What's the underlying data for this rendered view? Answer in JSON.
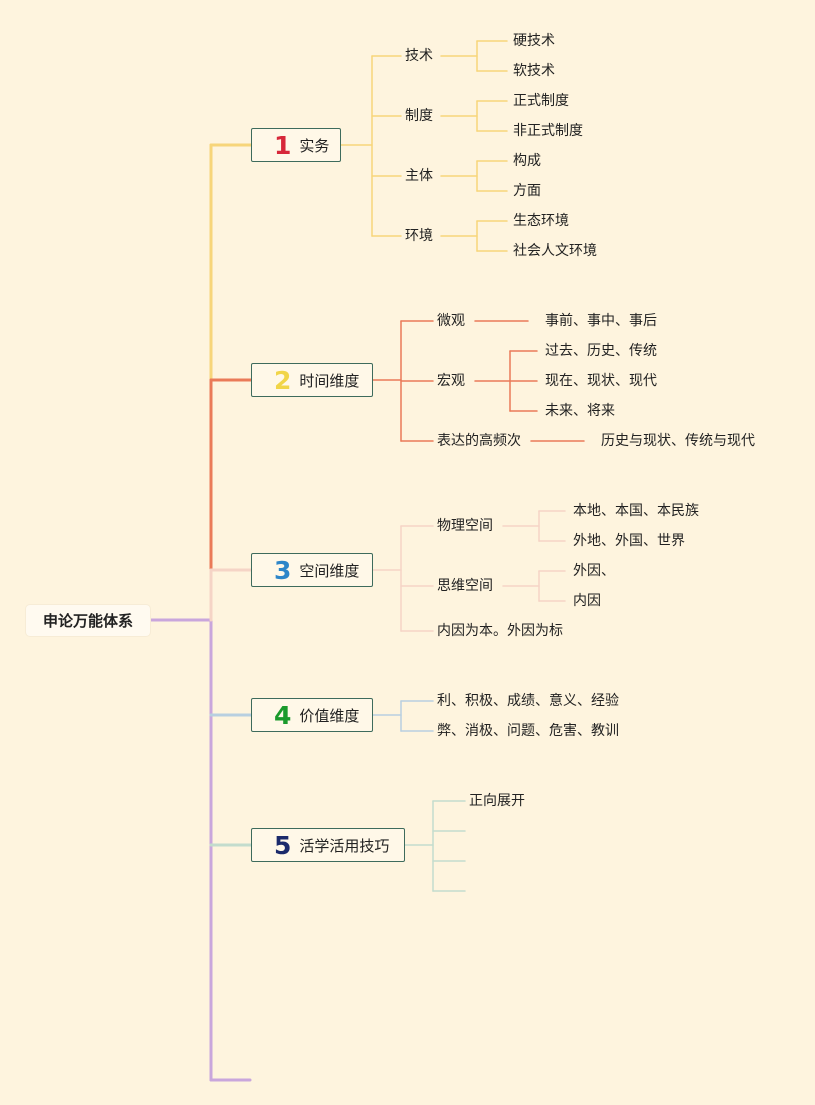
{
  "root": "申论万能体系",
  "branches": [
    {
      "num": "1",
      "num_color": "#d7283a",
      "title": "实务",
      "children": [
        {
          "label": "技术",
          "children": [
            "硬技术",
            "软技术"
          ]
        },
        {
          "label": "制度",
          "children": [
            "正式制度",
            "非正式制度"
          ]
        },
        {
          "label": "主体",
          "children": [
            "构成",
            "方面"
          ]
        },
        {
          "label": "环境",
          "children": [
            "生态环境",
            "社会人文环境"
          ]
        }
      ]
    },
    {
      "num": "2",
      "num_color": "#f1d548",
      "title": "时间维度",
      "children": [
        {
          "label": "微观",
          "children": [
            "事前、事中、事后"
          ]
        },
        {
          "label": "宏观",
          "children": [
            "过去、历史、传统",
            "现在、现状、现代",
            "未来、将来"
          ]
        },
        {
          "label": "表达的高频次",
          "children": [
            "历史与现状、传统与现代"
          ]
        }
      ]
    },
    {
      "num": "3",
      "num_color": "#2d86c9",
      "title": "空间维度",
      "children": [
        {
          "label": "物理空间",
          "children": [
            "本地、本国、本民族",
            "外地、外国、世界"
          ]
        },
        {
          "label": "思维空间",
          "children": [
            "外因、",
            "内因"
          ]
        },
        {
          "label": "内因为本。外因为标",
          "children": []
        }
      ]
    },
    {
      "num": "4",
      "num_color": "#1b9a2c",
      "title": "价值维度",
      "children": [
        {
          "label": "利、积极、成绩、意义、经验",
          "children": []
        },
        {
          "label": "弊、消极、问题、危害、教训",
          "children": []
        }
      ]
    },
    {
      "num": "5",
      "num_color": "#1b2a6b",
      "title": "活学活用技巧",
      "children": [
        {
          "label": "正向展开",
          "children": []
        },
        {
          "label": "",
          "children": []
        },
        {
          "label": "",
          "children": []
        },
        {
          "label": "",
          "children": []
        }
      ]
    }
  ],
  "colors": {
    "background": "#fef4de",
    "box_border": "#3e6b5c",
    "branch1": "#f7d57a",
    "branch2": "#ea7a58",
    "branch3": "#f5d4c6",
    "branch4": "#b8cfe0",
    "branch5": "#c3dccd",
    "trunk": "#c9a6dc"
  }
}
